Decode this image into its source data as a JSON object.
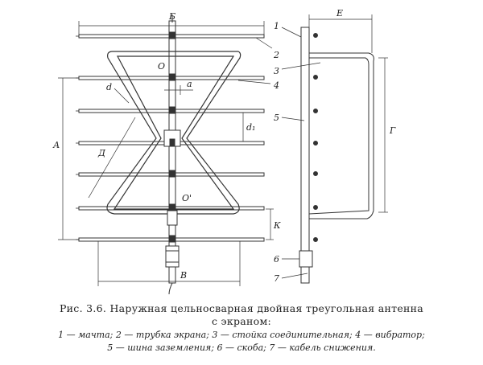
{
  "labels": {
    "B_top": "Б",
    "E": "Е",
    "A": "А",
    "d": "d",
    "a": "a",
    "d1": "d₁",
    "D": "Д",
    "O": "О",
    "O_prime": "О'",
    "K": "К",
    "B_bottom": "В",
    "G": "Г",
    "n1": "1",
    "n2": "2",
    "n3": "3",
    "n4": "4",
    "n5": "5",
    "n6": "6",
    "n7": "7"
  },
  "caption": {
    "title": "Рис. 3.6. Наружная цельносварная двойная треугольная антенна",
    "subtitle": "с экраном:",
    "line1": "1 — мачта; 2 — трубка экрана; 3 — стойка соединительная; 4 — вибратор;",
    "line2": "5 — шина заземления; 6 — скоба; 7 — кабель снижения."
  }
}
